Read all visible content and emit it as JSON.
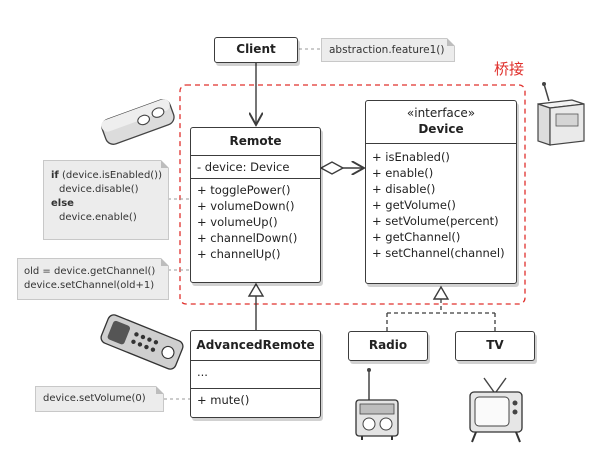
{
  "title": "桥接",
  "client": {
    "name": "Client"
  },
  "remote": {
    "name": "Remote",
    "fields": [
      "- device: Device"
    ],
    "methods": [
      "+ togglePower()",
      "+ volumeDown()",
      "+ volumeUp()",
      "+ channelDown()",
      "+ channelUp()"
    ]
  },
  "device": {
    "stereotype": "«interface»",
    "name": "Device",
    "methods": [
      "+ isEnabled()",
      "+ enable()",
      "+ disable()",
      "+ getVolume()",
      "+ setVolume(percent)",
      "+ getChannel()",
      "+ setChannel(channel)"
    ]
  },
  "advanced_remote": {
    "name": "AdvancedRemote",
    "fields": [
      "..."
    ],
    "methods": [
      "+ mute()"
    ]
  },
  "radio": {
    "name": "Radio"
  },
  "tv": {
    "name": "TV"
  },
  "notes": {
    "client": "abstraction.feature1()",
    "toggle": {
      "if_kw": "if",
      "if_rest": " (device.isEnabled())",
      "line2": "device.disable()",
      "else_kw": "else",
      "line4": "device.enable()"
    },
    "channel": [
      "old = device.getChannel()",
      "device.setChannel(old+1)"
    ],
    "mute": "device.setVolume(0)"
  },
  "colors": {
    "accent": "#e0302c",
    "border": "#3c3c3c",
    "note_bg": "#ececec"
  },
  "illustrations": [
    "small-remote-icon",
    "advanced-remote-icon",
    "device-icon",
    "radio-icon",
    "tv-icon"
  ]
}
